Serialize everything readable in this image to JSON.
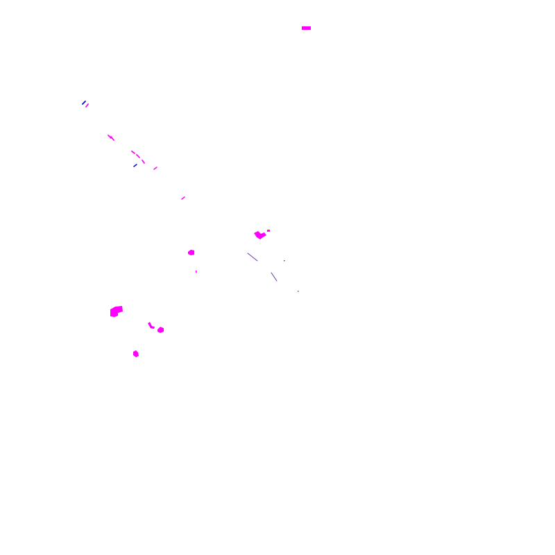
{
  "map": {
    "background_color": "#ffffff",
    "feature_colors": {
      "magenta": "#ff00ff",
      "blue": "#0000cc",
      "purple": "#6633aa"
    },
    "features": [
      {
        "id": "patch-top",
        "color": "magenta",
        "shape": "bar"
      },
      {
        "id": "dash-nw-1",
        "color": "blue",
        "shape": "dash"
      },
      {
        "id": "dash-nw-2",
        "color": "magenta",
        "shape": "dash"
      },
      {
        "id": "dash-nw-3",
        "color": "magenta",
        "shape": "dash"
      },
      {
        "id": "dash-nw-4",
        "color": "magenta",
        "shape": "dash"
      },
      {
        "id": "dash-mid-1",
        "color": "magenta",
        "shape": "dash"
      },
      {
        "id": "dash-mid-2",
        "color": "magenta",
        "shape": "dash"
      },
      {
        "id": "dash-mid-3",
        "color": "magenta",
        "shape": "dash"
      },
      {
        "id": "dash-mid-4",
        "color": "blue",
        "shape": "dash"
      },
      {
        "id": "dash-mid-5",
        "color": "magenta",
        "shape": "dash"
      },
      {
        "id": "dash-mid-6",
        "color": "magenta",
        "shape": "dash"
      },
      {
        "id": "blob-center-1",
        "color": "magenta",
        "shape": "blob"
      },
      {
        "id": "blob-center-2",
        "color": "magenta",
        "shape": "blob"
      },
      {
        "id": "speck-center-1",
        "color": "magenta",
        "shape": "speck"
      },
      {
        "id": "line-center-1",
        "color": "purple",
        "shape": "thin-line"
      },
      {
        "id": "line-center-2",
        "color": "purple",
        "shape": "thin-line"
      },
      {
        "id": "speck-center-2",
        "color": "purple",
        "shape": "speck"
      },
      {
        "id": "speck-center-3",
        "color": "purple",
        "shape": "speck"
      },
      {
        "id": "blob-sw-1",
        "color": "magenta",
        "shape": "blob"
      },
      {
        "id": "blob-sw-2",
        "color": "magenta",
        "shape": "blob"
      },
      {
        "id": "blob-sw-3",
        "color": "magenta",
        "shape": "blob"
      },
      {
        "id": "blob-sw-4",
        "color": "magenta",
        "shape": "blob"
      }
    ]
  }
}
